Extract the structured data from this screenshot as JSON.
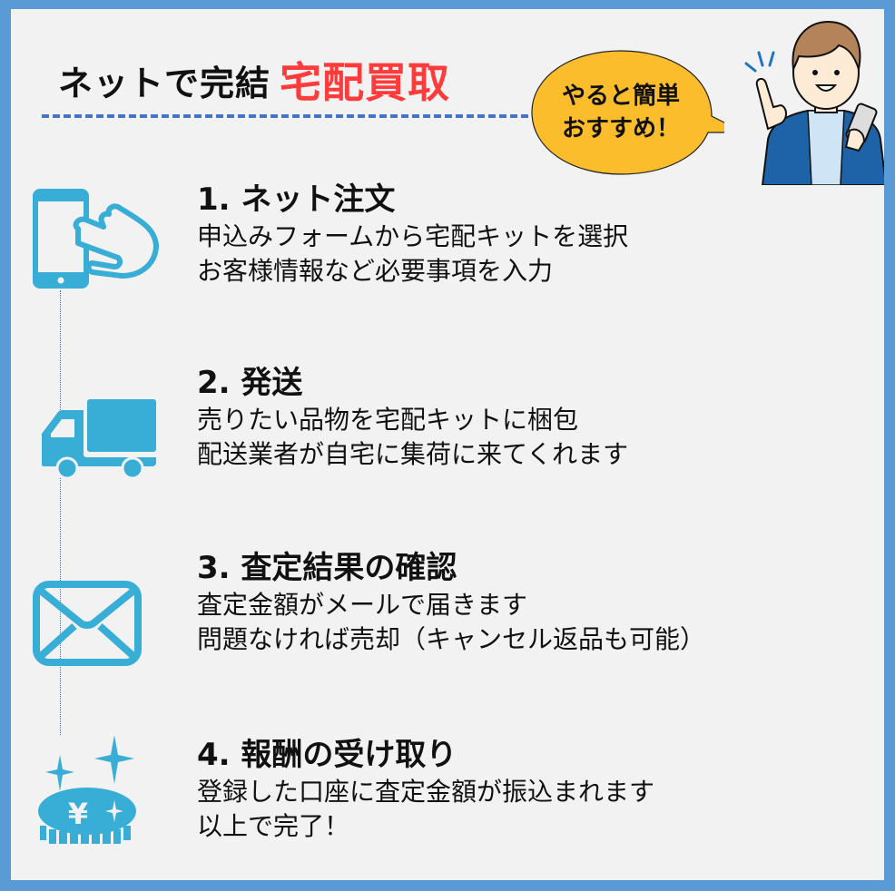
{
  "header": {
    "title_prefix": "ネットで完結",
    "title_accent": "宅配買取",
    "accent_color": "#ff3b3b"
  },
  "bubble": {
    "line1": "やると簡単",
    "line2": "おすすめ！",
    "color": "#fbbd2b"
  },
  "illustration": {
    "icon": "person-pointing-with-phone-icon"
  },
  "colors": {
    "frame": "#5b9bd5",
    "background": "#f2f2f2",
    "icon_blue": "#38aed6",
    "dash": "#4472c4"
  },
  "steps": [
    {
      "title": "1. ネット注文",
      "lines": [
        "申込みフォームから宅配キットを選択",
        "お客様情報など必要事項を入力"
      ],
      "icon": "smartphone-tap-icon"
    },
    {
      "title": "2. 発送",
      "lines": [
        "売りたい品物を宅配キットに梱包",
        "配送業者が自宅に集荷に来てくれます"
      ],
      "icon": "truck-icon"
    },
    {
      "title": "3. 査定結果の確認",
      "lines": [
        "査定金額がメールで届きます",
        "問題なければ売却（キャンセル返品も可能）"
      ],
      "icon": "mail-envelope-icon"
    },
    {
      "title": "4. 報酬の受け取り",
      "lines": [
        "登録した口座に査定金額が振込まれます",
        "以上で完了！"
      ],
      "icon": "yen-coin-icon"
    }
  ]
}
